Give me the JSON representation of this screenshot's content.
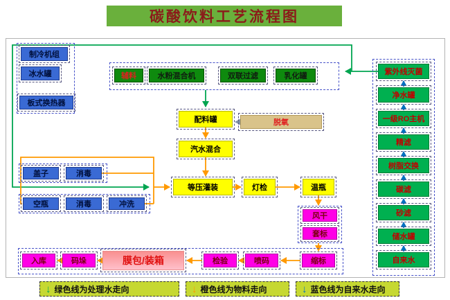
{
  "title": "碳酸饮料工艺流程图",
  "icons": {
    "down_arrow": "↓"
  },
  "colors": {
    "treated_water_line": "#00a550",
    "material_line": "#ff9900",
    "tap_water_line": "#0070c0",
    "title_bg": "#6ab03c",
    "title_text": "#8b1a1a",
    "blue_box": "#3a6ad4",
    "dark_green_box": "#0e8a0e",
    "green_box": "#00b050",
    "yellow_box": "#ffff00",
    "magenta_box": "#ff00e6",
    "deoxygen_box": "#d9c38a",
    "legend_bg": "#c6d832"
  },
  "chiller": [
    "制冷机组",
    "冰水罐",
    "板式换热器"
  ],
  "materials": [
    "辅料",
    "水粉混合机",
    "双联过滤",
    "乳化罐"
  ],
  "process": {
    "batching": "配料罐",
    "deoxygen": "脱氧",
    "mixing": "汽水混合",
    "filling": "等压灌装",
    "light_check": "灯检",
    "warming": "温瓶"
  },
  "caps_row": [
    "盖子",
    "消毒"
  ],
  "bottles_row": [
    "空瓶",
    "消毒",
    "冲洗"
  ],
  "post_fill": [
    "风干",
    "套标"
  ],
  "packing_row": [
    "入库",
    "码垛",
    "膜包/装箱",
    "检验",
    "喷码",
    "缩标"
  ],
  "water_treatment": [
    "紫外线灭菌",
    "净水罐",
    "一级RO主机",
    "精滤",
    "树脂交换",
    "碳滤",
    "砂滤",
    "储水罐",
    "自来水"
  ],
  "legend": [
    {
      "label": "绿色线为处理水走向"
    },
    {
      "label": "橙色线为物料走向"
    },
    {
      "label": "蓝色线为自来水走向"
    }
  ]
}
